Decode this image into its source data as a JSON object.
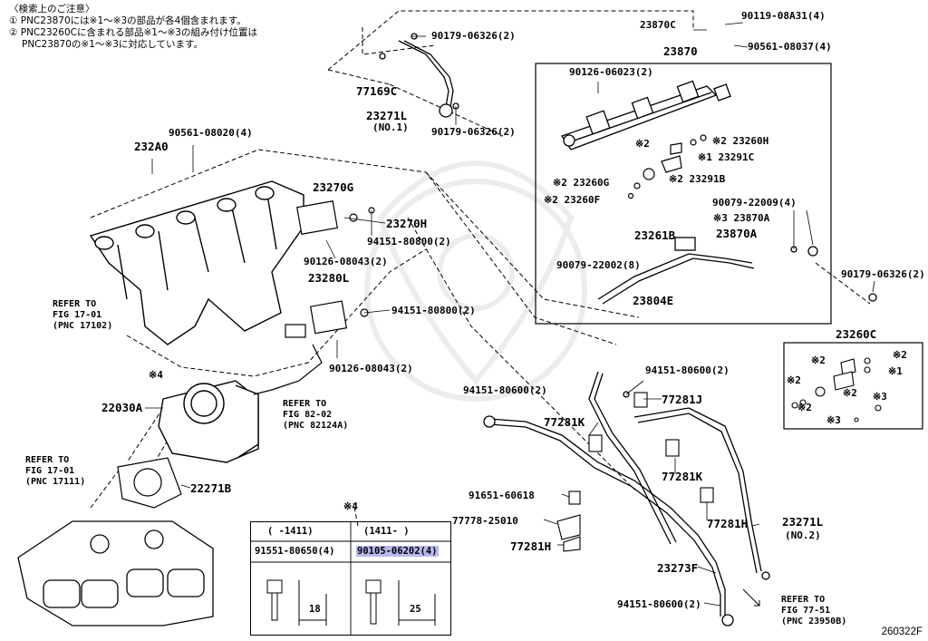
{
  "notes": {
    "title": "〈検索上のご注意〉",
    "line1": "① PNC23870には※1～※3の部品が各4個含まれます。",
    "line2": "② PNC23260Cに含まれる部品※1～※3の組み付け位置は",
    "line3": "PNC23870の※1～※3に対応しています。"
  },
  "labels": {
    "p23870c": "23870C",
    "p90119": "90119-08A31(4)",
    "p90179a": "90179-06326(2)",
    "p90561b": "90561-08037(4)",
    "p23870": "23870",
    "p77169c": "77169C",
    "p90126a": "90126-06023(2)",
    "p23271l1": "23271L",
    "p23271l1sub": "(NO.1)",
    "p90179b": "90179-06326(2)",
    "p90561a": "90561-08020(4)",
    "p232a0": "232A0",
    "p23260h": "※2 23260H",
    "p23291c": "※1 23291C",
    "p23260g": "※2 23260G",
    "p23291b": "※2 23291B",
    "p23260f": "※2 23260F",
    "p90079a": "90079-22009(4)",
    "p23870a1": "※3 23870A",
    "p23870a2": "23870A",
    "p23261b": "23261B",
    "p90079b": "90079-22002(8)",
    "p23804e": "23804E",
    "p90179c": "90179-06326(2)",
    "p23270g": "23270G",
    "p23270h": "23270H",
    "p94151a": "94151-80800(2)",
    "p90126b": "90126-08043(2)",
    "p23280l": "23280L",
    "p94151b": "94151-80800(2)",
    "p90126c": "90126-08043(2)",
    "p94151c": "94151-80600(2)",
    "p94151d": "94151-80600(2)",
    "p77281j": "77281J",
    "p77281k1": "77281K",
    "p77281k2": "77281K",
    "p22030a": "22030A",
    "p22271b": "22271B",
    "p91651": "91651-60618",
    "p77778": "77778-25010",
    "p77281h1": "77281H",
    "p77281h2": "77281H",
    "p23271l2": "23271L",
    "p23271l2sub": "(NO.2)",
    "p23273f": "23273F",
    "p94151e": "94151-80600(2)",
    "p23260c": "23260C",
    "mark4": "※4",
    "mark4b": "※4",
    "k2a": "※2",
    "k2b": "※2",
    "k1": "※1",
    "k2c": "※2",
    "k2d": "※2",
    "k2e": "※2",
    "k3": "※3",
    "k3b": "※3",
    "k2f": "※2"
  },
  "refs": {
    "r1": "REFER TO\nFIG 17-01\n(PNC 17102)",
    "r2": "REFER TO\nFIG 82-02\n(PNC 82124A)",
    "r3": "REFER TO\nFIG 17-01\n(PNC 17111)",
    "r4": "REFER TO\nFIG 77-51\n(PNC 23950B)"
  },
  "table": {
    "col1_header": "(    -1411)",
    "col2_header": "(1411-    )",
    "col1_part": "91551-80650(4)",
    "col2_part": "90105-06202(4)",
    "col1_dim": "18",
    "col2_dim": "25"
  },
  "footer": "260322F"
}
